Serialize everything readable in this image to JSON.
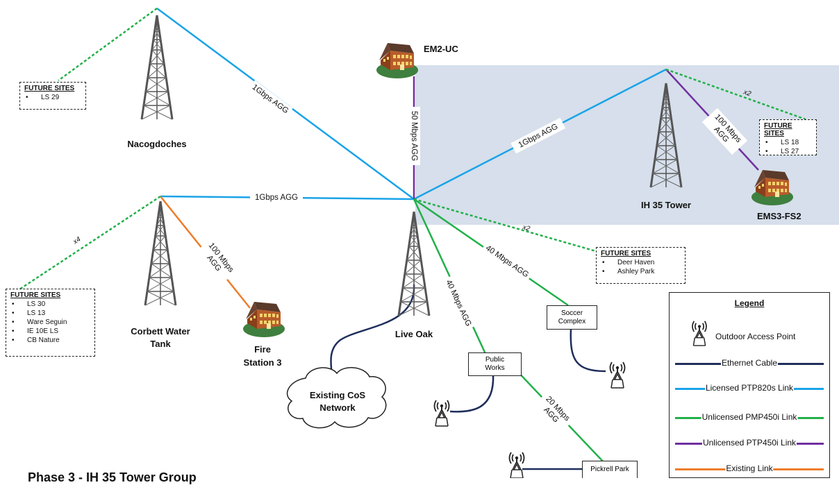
{
  "colors": {
    "licensed_ptp820": "#1aa3e8",
    "unlicensed_pmp450i": "#22b04a",
    "unlicensed_ptp450i": "#7030a0",
    "existing": "#ee7d2a",
    "ethernet": "#1f2e5a",
    "highlight_area": "#d6dfeb"
  },
  "towers": {
    "nacogdoches": "Nacogdoches",
    "corbett_line1": "Corbett Water",
    "corbett_line2": "Tank",
    "live_oak": "Live Oak",
    "ih35": "IH 35 Tower"
  },
  "sites": {
    "em2uc": "EM2-UC",
    "ems3": "EMS3-FS2",
    "fire_line1": "Fire",
    "fire_line2": "Station 3"
  },
  "links": {
    "nac_live": "1Gbps AGG",
    "corbett_live": "1Gbps AGG",
    "live_ih35": "1Gbps AGG",
    "em2_live": "50 Mbps AGG",
    "ih35_ems3_line1": "100 Mbps",
    "ih35_ems3_line2": "AGG",
    "corbett_fire_line1": "100 Mbps",
    "corbett_fire_line2": "AGG",
    "live_soccer": "40 Mbps AGG",
    "live_public": "40 Mbps AGG",
    "public_pickrell_line1": "20 Mbps",
    "public_pickrell_line2": "AGG",
    "x2_top": "x2",
    "x2_live": "x2",
    "x4": "x4"
  },
  "future_sites": {
    "header": "FUTURE SITES",
    "nacogdoches": [
      "LS 29"
    ],
    "ih35": [
      "LS 18",
      "LS 27"
    ],
    "live_oak": [
      "Deer Haven",
      "Ashley Park"
    ],
    "corbett": [
      "LS 30",
      "LS 13",
      "Ware Seguin",
      "IE 10E LS",
      "CB Nature"
    ]
  },
  "nodes": {
    "soccer_line1": "Soccer",
    "soccer_line2": "Complex",
    "public_line1": "Public",
    "public_line2": "Works",
    "pickrell": "Pickrell Park"
  },
  "cloud": {
    "line1": "Existing CoS",
    "line2": "Network"
  },
  "legend": {
    "title": "Legend",
    "access_point": "Outdoor Access Point",
    "ethernet": "Ethernet Cable",
    "licensed": "Licensed PTP820s Link",
    "pmp450i": "Unlicensed PMP450i Link",
    "ptp450i": "Unlicensed PTP450i Link",
    "existing": "Existing Link"
  },
  "phase_title": "Phase 3 - IH 35 Tower Group"
}
